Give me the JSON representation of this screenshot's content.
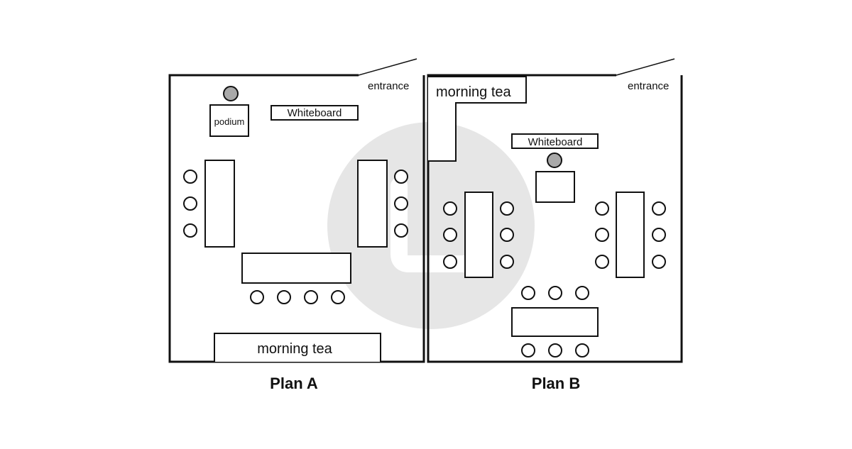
{
  "plans": [
    {
      "caption": "Plan A",
      "labels": {
        "entrance": "entrance",
        "podium": "podium",
        "whiteboard": "Whiteboard",
        "morning_tea": "morning tea"
      }
    },
    {
      "caption": "Plan B",
      "labels": {
        "entrance": "entrance",
        "whiteboard": "Whiteboard",
        "morning_tea": "morning tea"
      }
    }
  ],
  "colors": {
    "speaker_fill": "#a9a9a9",
    "watermark": "#e6e6e6",
    "line": "#111111"
  }
}
